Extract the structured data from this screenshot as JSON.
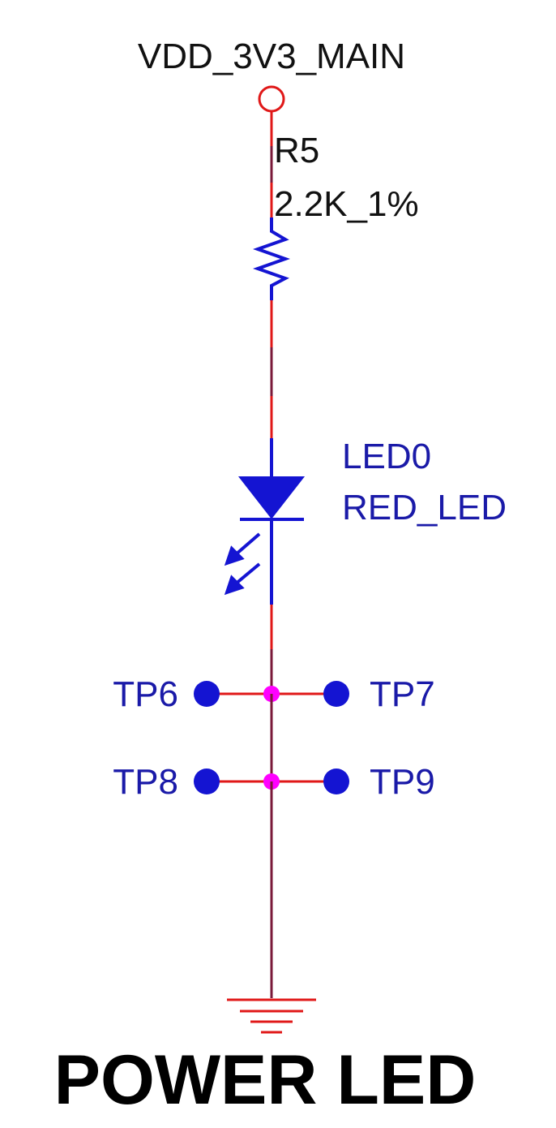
{
  "net_label": "VDD_3V3_MAIN",
  "resistor": {
    "ref": "R5",
    "value": "2.2K_1%"
  },
  "led": {
    "ref": "LED0",
    "value": "RED_LED"
  },
  "test_points": [
    "TP6",
    "TP7",
    "TP8",
    "TP9"
  ],
  "title": "POWER LED",
  "colors": {
    "wire": "#e01818",
    "wire_dark": "#7a1a3a",
    "component": "#1414d2",
    "junction": "#ff00ff",
    "power_pin": "#e01818",
    "ground": "#e01818",
    "label_black": "#111111",
    "label_blue": "#1a1aa8"
  }
}
